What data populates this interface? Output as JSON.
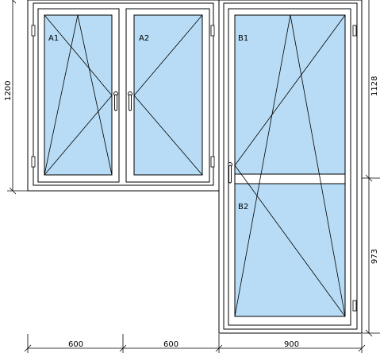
{
  "panes": {
    "a1": "A1",
    "a2": "A2",
    "b1": "B1",
    "b2": "B2"
  },
  "dimensions": {
    "width_left": "600",
    "width_middle": "600",
    "width_right": "900",
    "height_left": "1200",
    "height_right_top": "1128",
    "height_right_bottom": "973"
  },
  "colors": {
    "glass": "#b8dcf5",
    "frame": "#ffffff",
    "line": "#000000"
  }
}
